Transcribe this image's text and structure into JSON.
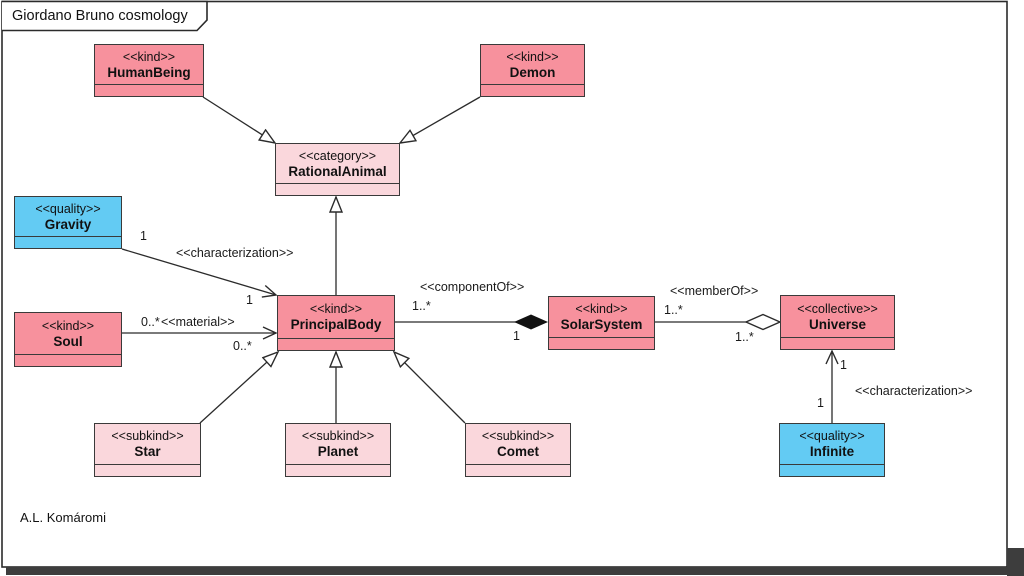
{
  "diagram": {
    "title": "Giordano Bruno cosmology",
    "author": "A.L. Komáromi"
  },
  "colors": {
    "kind_fill": "#F7919D",
    "category_subkind_fill": "#FAD7DC",
    "quality_fill": "#63CBF3",
    "box_border": "#3A3A3A",
    "line": "#2B2B2B"
  },
  "classes": [
    {
      "stereotype": "<<kind>>",
      "name": "HumanBeing"
    },
    {
      "stereotype": "<<kind>>",
      "name": "Demon"
    },
    {
      "stereotype": "<<category>>",
      "name": "RationalAnimal"
    },
    {
      "stereotype": "<<quality>>",
      "name": "Gravity"
    },
    {
      "stereotype": "<<kind>>",
      "name": "Soul"
    },
    {
      "stereotype": "<<kind>>",
      "name": "PrincipalBody"
    },
    {
      "stereotype": "<<kind>>",
      "name": "SolarSystem"
    },
    {
      "stereotype": "<<collective>>",
      "name": "Universe"
    },
    {
      "stereotype": "<<subkind>>",
      "name": "Star"
    },
    {
      "stereotype": "<<subkind>>",
      "name": "Planet"
    },
    {
      "stereotype": "<<subkind>>",
      "name": "Comet"
    },
    {
      "stereotype": "<<quality>>",
      "name": "Infinite"
    }
  ],
  "relations": {
    "gravity_characterization": {
      "label": "<<characterization>>",
      "source_mult": "1",
      "target_mult": "1"
    },
    "soul_material": {
      "label": "<<material>>",
      "source_mult": "0..*",
      "target_mult": "0..*"
    },
    "component_of": {
      "label": "<<componentOf>>",
      "source_mult": "1..*",
      "target_mult": "1"
    },
    "member_of": {
      "label": "<<memberOf>>",
      "source_mult": "1..*",
      "target_mult": "1..*"
    },
    "infinite_characterization": {
      "label": "<<characterization>>",
      "source_mult": "1",
      "target_mult": "1"
    }
  }
}
